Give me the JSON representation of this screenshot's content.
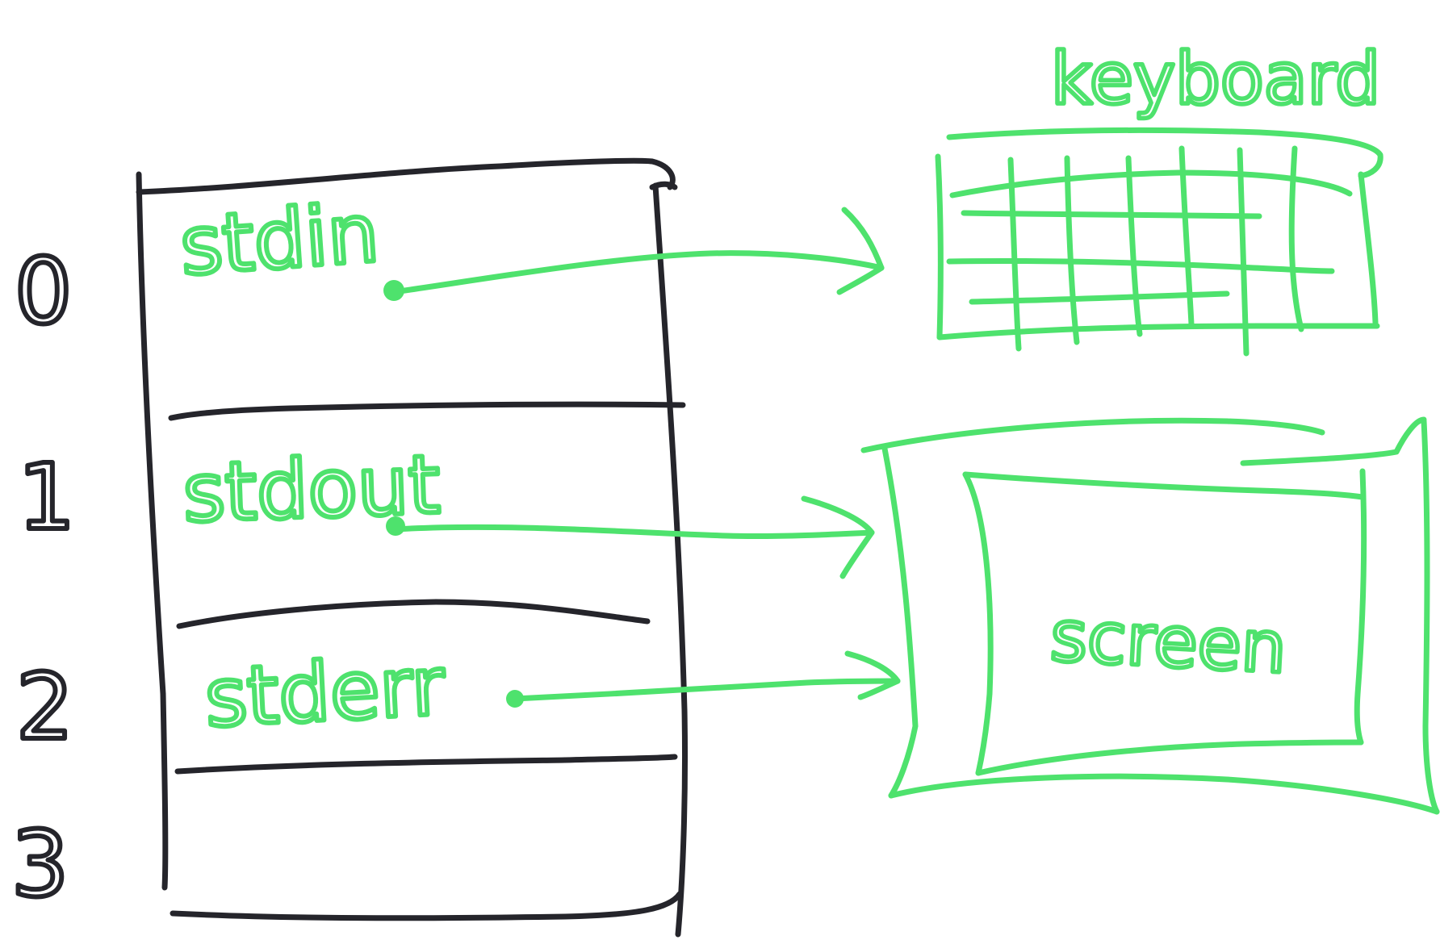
{
  "descriptors": [
    {
      "number": "0",
      "stream": "stdin"
    },
    {
      "number": "1",
      "stream": "stdout"
    },
    {
      "number": "2",
      "stream": "stderr"
    },
    {
      "number": "3",
      "stream": ""
    }
  ],
  "devices": {
    "keyboard": "keyboard",
    "screen": "screen"
  },
  "colors": {
    "table_ink": "#25252b",
    "stream_ink": "#4ee26d",
    "background": "#ffffff"
  },
  "icons": [
    "keyboard-icon",
    "screen-icon",
    "arrow-icon"
  ]
}
